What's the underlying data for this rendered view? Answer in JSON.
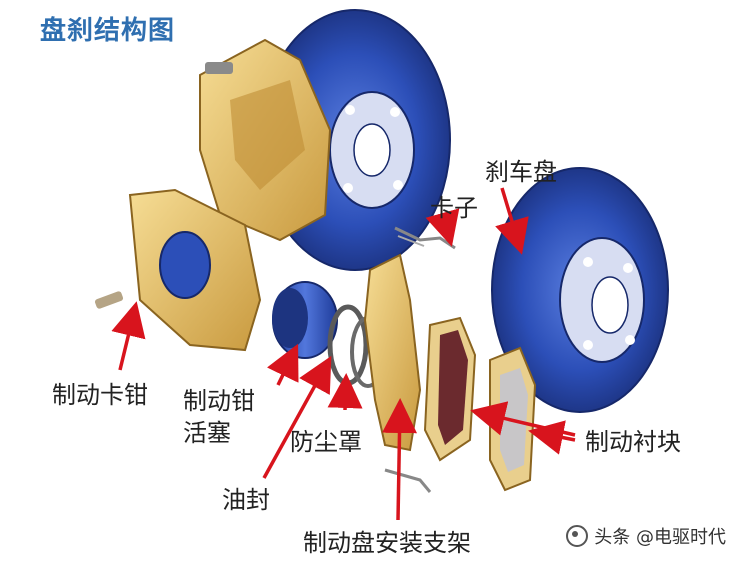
{
  "title": "盘刹结构图",
  "labels": {
    "brake_disc": "刹车盘",
    "clip": "卡子",
    "caliper": "制动卡钳",
    "piston": "制动钳活塞",
    "dust_boot": "防尘罩",
    "oil_seal": "油封",
    "bracket": "制动盘安装支架",
    "pads": "制动衬块"
  },
  "watermark": "头条 @电驱时代",
  "colors": {
    "disc_blue": "#2c4fb8",
    "caliper_gold": "#e6c56f",
    "arrow_red": "#d8141d",
    "title_blue": "#2f6fb0"
  }
}
